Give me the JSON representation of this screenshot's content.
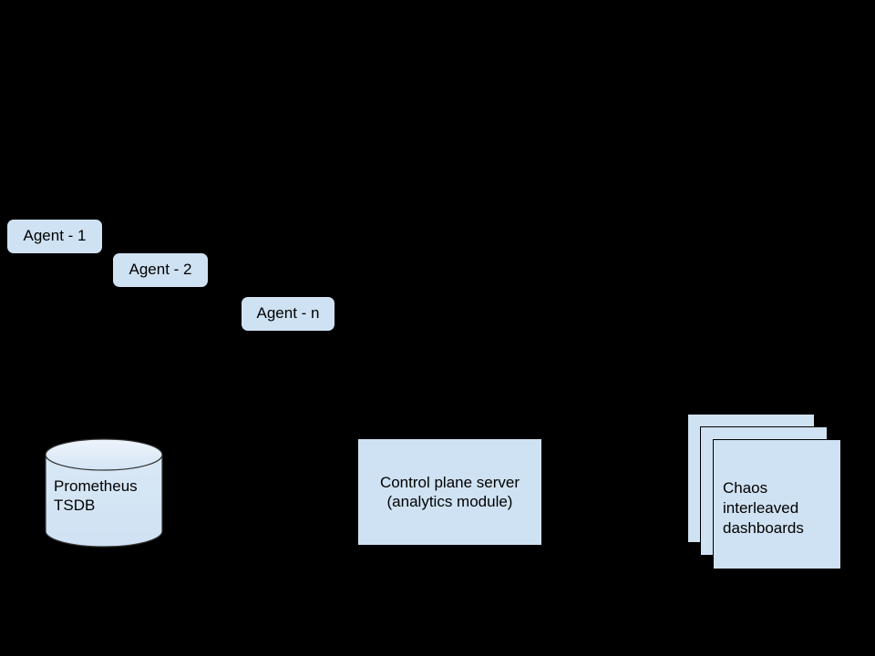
{
  "diagram": {
    "background_color": "#000000",
    "node_fill_color": "#cfe2f3",
    "node_stroke_color": "#000000",
    "text_color": "#000000",
    "agents": [
      {
        "id": "agent-1",
        "label": "Agent - 1"
      },
      {
        "id": "agent-2",
        "label": "Agent - 2"
      },
      {
        "id": "agent-n",
        "label": "Agent - n"
      }
    ],
    "datastore": {
      "id": "prometheus-tsdb",
      "shape": "cylinder",
      "label": "Prometheus\nTSDB"
    },
    "server": {
      "id": "control-plane-server",
      "shape": "rectangle",
      "label": "Control plane server\n(analytics module)"
    },
    "dashboards": {
      "id": "chaos-interleaved-dashboards",
      "shape": "stacked-documents",
      "sheet_count": 3,
      "label": "Chaos\ninterleaved\ndashboards"
    },
    "connectors": [
      {
        "id": "arrow-to-dashboards",
        "icon": "arrowhead-right-icon",
        "direction": "right",
        "target": "chaos-interleaved-dashboards"
      }
    ]
  }
}
